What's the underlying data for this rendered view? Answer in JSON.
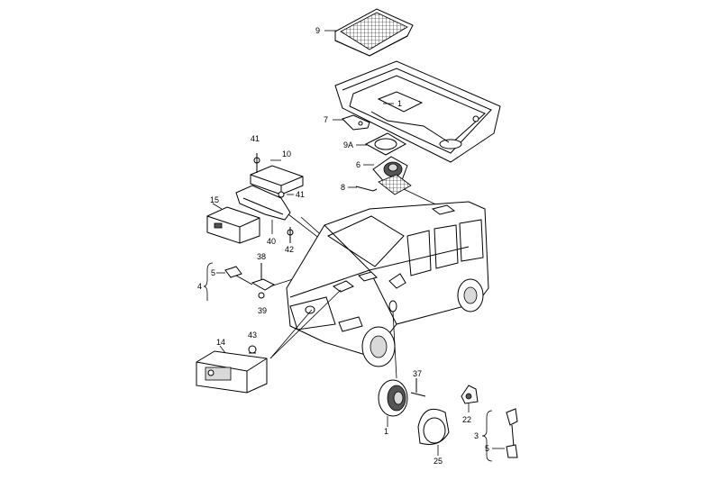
{
  "labels": {
    "l9": "9",
    "l1_top": "1",
    "l7": "7",
    "l9a": "9A",
    "l6": "6",
    "l8": "8",
    "l41a": "41",
    "l10": "10",
    "l41b": "41",
    "l15": "15",
    "l40": "40",
    "l42": "42",
    "l38": "38",
    "l5_left": "5",
    "l4": "4",
    "l39": "39",
    "l43": "43",
    "l14": "14",
    "l37": "37",
    "l22": "22",
    "l1_bottom": "1",
    "l25": "25",
    "l3": "3",
    "l5_right": "5"
  }
}
